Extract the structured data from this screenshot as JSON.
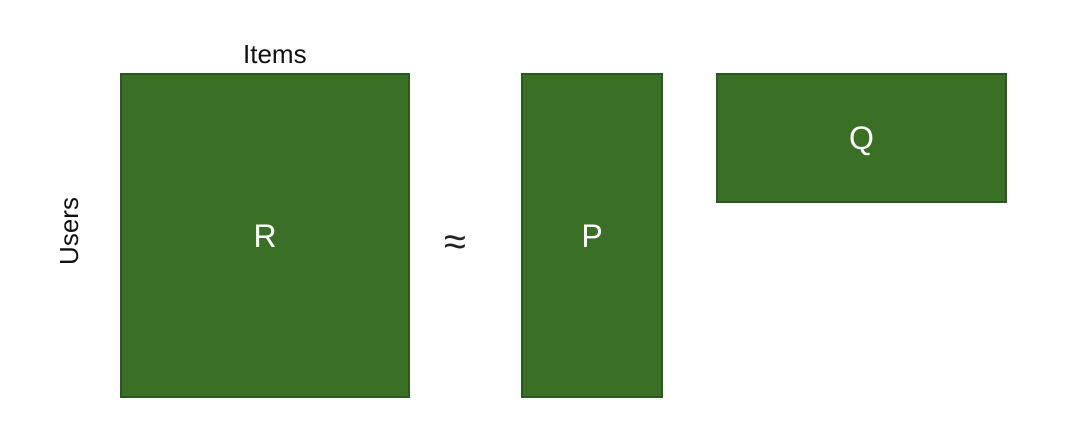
{
  "colors": {
    "matrix_fill": "#3a7025",
    "matrix_border": "#2b5a20",
    "matrix_text": "#ffffff",
    "label_text": "#111111"
  },
  "labels": {
    "items": "Items",
    "users": "Users",
    "approx_symbol": "≈"
  },
  "matrices": {
    "r": "R",
    "p": "P",
    "q": "Q"
  }
}
